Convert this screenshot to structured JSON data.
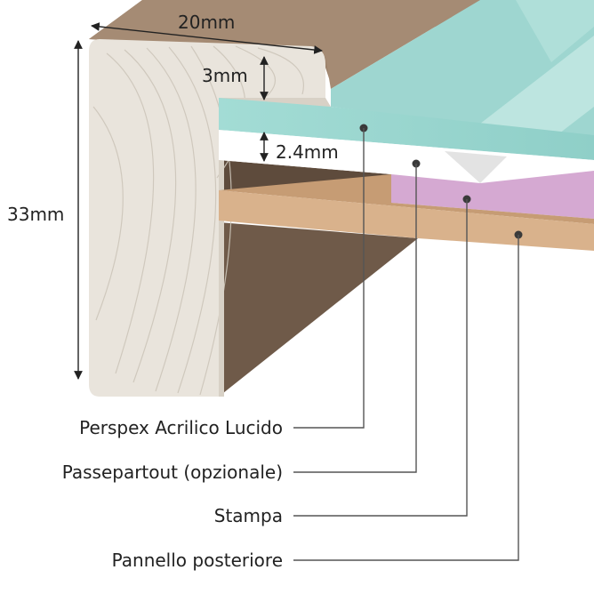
{
  "dimensions": {
    "width": "20mm",
    "height": "33mm",
    "rebate": "3mm",
    "mount": "2.4mm"
  },
  "legend": [
    {
      "label": "Perspex Acrilico Lucido"
    },
    {
      "label": "Passepartout (opzionale)"
    },
    {
      "label": "Stampa"
    },
    {
      "label": "Pannello posteriore"
    }
  ],
  "colors": {
    "wood_top": "#a58b74",
    "wood_top_edge": "#8f7560",
    "wood_face": "#e9e4dc",
    "wood_grain": "#cdc6ba",
    "wood_side_dark": "#6f5a49",
    "inner_shadow": "#5e4b3c",
    "perspex": "#9ed6d0",
    "perspex_light": "#c9ece8",
    "mount_white": "#ffffff",
    "print_pink": "#d5a9d2",
    "backboard": "#d9b28c",
    "backboard_edge": "#c69c74",
    "dot": "#3a3a3a"
  }
}
